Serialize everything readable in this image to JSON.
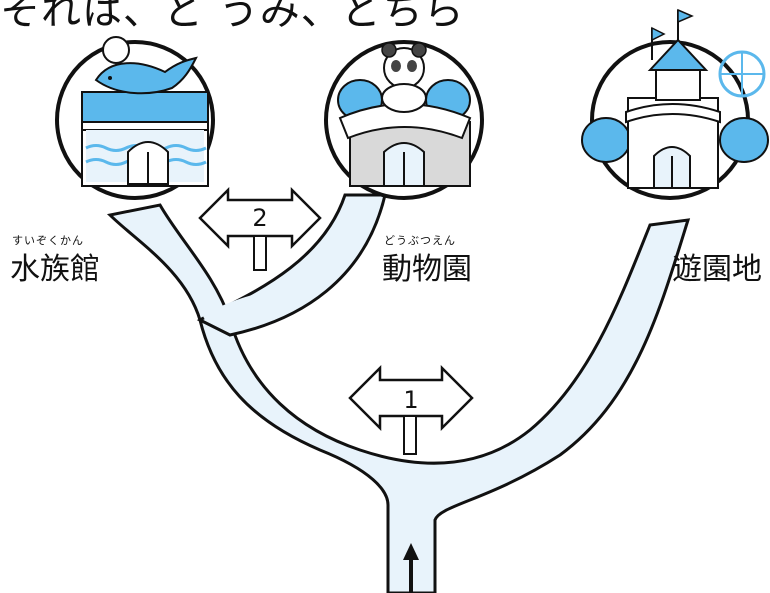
{
  "header_text": "それは、ど うみ、どちら",
  "locations": {
    "aquarium": {
      "label": "水族館",
      "reading": "すいぞくかん"
    },
    "zoo": {
      "label": "動物園",
      "reading": "どうぶつえん"
    },
    "amusement_park": {
      "label": "遊園地",
      "reading": ""
    }
  },
  "signs": {
    "sign1": {
      "number": "1"
    },
    "sign2": {
      "number": "2"
    }
  },
  "colors": {
    "road": "#e8f3fb",
    "water": "#5bb8ec",
    "outline": "#111111"
  }
}
